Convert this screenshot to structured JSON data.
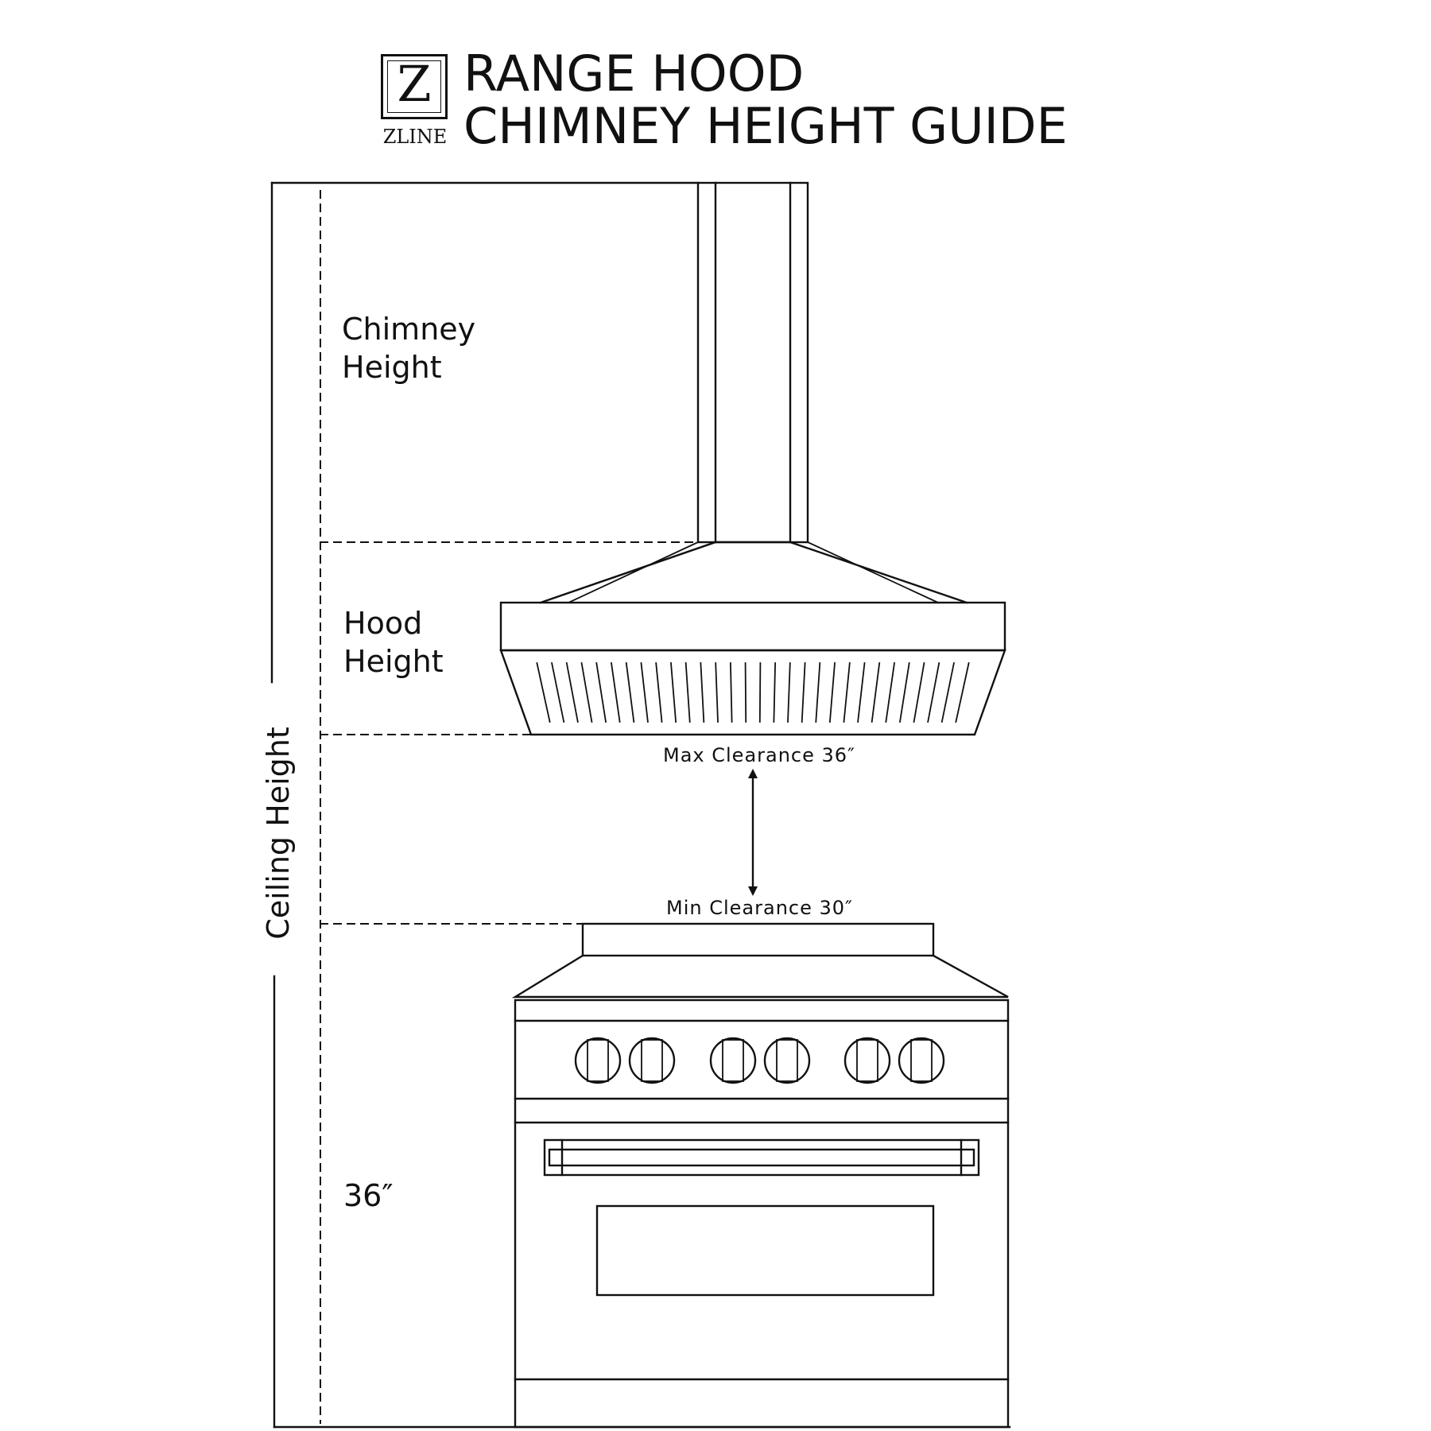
{
  "header": {
    "logo_letter": "Z",
    "logo_word": "ZLINE",
    "title_line1": "RANGE HOOD",
    "title_line2": "CHIMNEY HEIGHT GUIDE"
  },
  "labels": {
    "chimney_line1": "Chimney",
    "chimney_line2": "Height",
    "hood_line1": "Hood",
    "hood_line2": "Height",
    "ceiling": "Ceiling Height",
    "max_clearance": "Max Clearance 36″",
    "min_clearance": "Min Clearance 30″",
    "range_height": "36″"
  },
  "colors": {
    "ink": "#111111",
    "background": "#ffffff"
  }
}
